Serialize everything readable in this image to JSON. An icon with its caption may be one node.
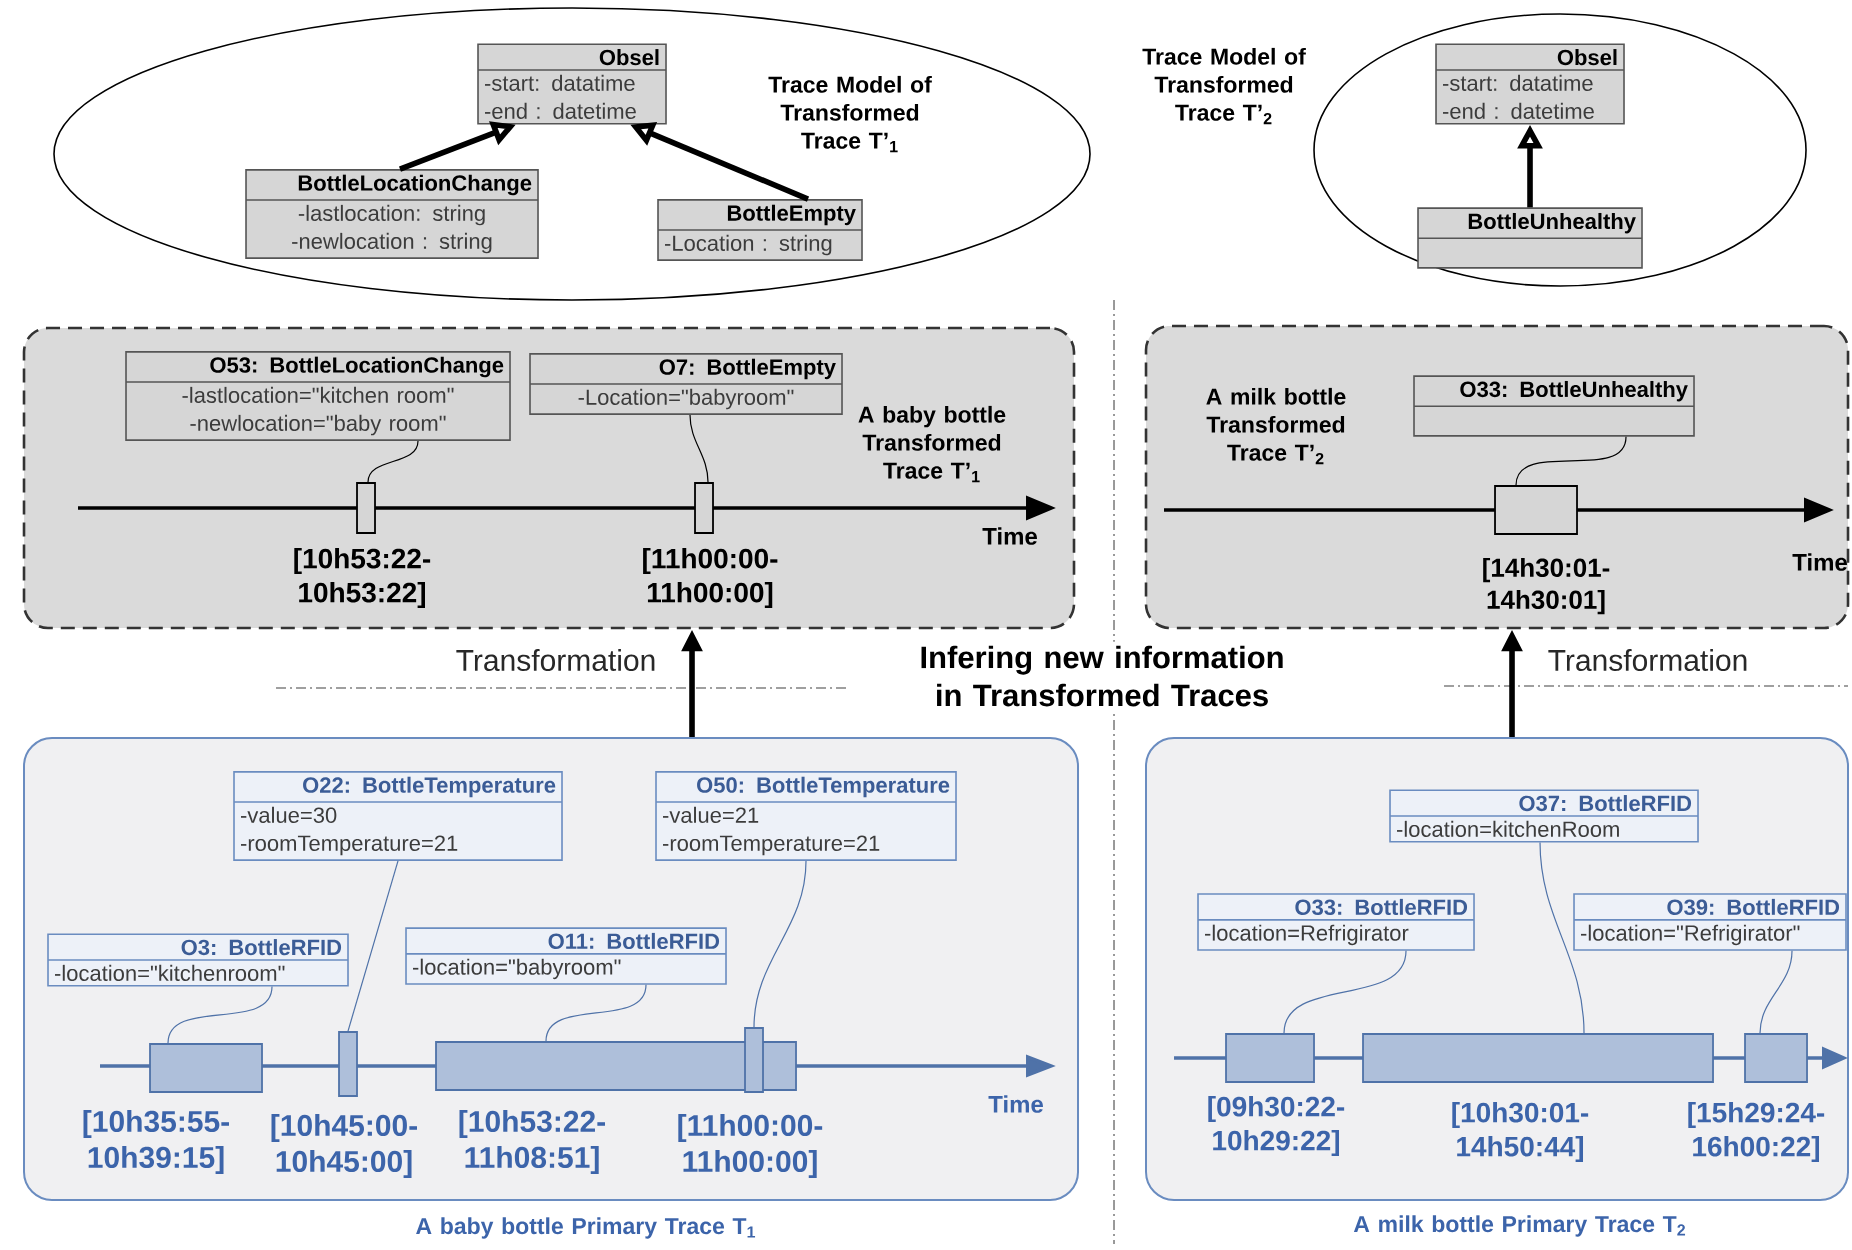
{
  "diagram": {
    "title": "Infering new information in Transformed Traces",
    "nodes": [
      {
        "text": [
          "Trace Model of Transformed Trace T’$_{1}$"
        ]
      },
      {
        "text": [
          "Obsel",
          "-start: datatime",
          "-end : datetime"
        ],
        "in": 0
      },
      {
        "text": [
          "BottleLocationChange",
          "-lastlocation: string",
          "-newlocation : string"
        ],
        "in": 0
      },
      {
        "text": [
          "BottleEmpty",
          "-Location : string"
        ],
        "in": 0
      },
      {
        "text": [
          "Trace Model of Transformed Trace T’$_{2}$"
        ]
      },
      {
        "text": [
          "Obsel",
          "-start: datatime",
          "-end : datetime"
        ],
        "in": 4
      },
      {
        "text": [
          "BottleUnhealthy"
        ],
        "in": 4
      },
      {
        "text": [
          "A baby bottle Transformed Trace T’$_{1}$"
        ]
      },
      {
        "text": [
          "O53: BottleLocationChange",
          "-lastlocation=\"kitchen room\"",
          "-newlocation=\"baby room\""
        ],
        "in": 7
      },
      {
        "text": [
          "O7: BottleEmpty",
          "-Location=\"babyroom\""
        ],
        "in": 7
      },
      {
        "text": [],
        "shape": "box",
        "in": 7,
        "beside": [
          "[10h53:22- 10h53:22]"
        ]
      },
      {
        "text": [],
        "shape": "box",
        "in": 7,
        "beside": [
          "[11h00:00- 11h00:00]"
        ]
      },
      {
        "text": [
          "A milk bottle Transformed Trace T’$_{2}$"
        ]
      },
      {
        "text": [
          "O33: BottleUnhealthy"
        ],
        "in": 12
      },
      {
        "text": [],
        "shape": "box",
        "in": 12,
        "beside": [
          "[14h30:01- 14h30:01]"
        ]
      },
      {
        "text": [
          "A baby bottle Primary Trace T$_{1}$"
        ]
      },
      {
        "text": [
          "O22: BottleTemperature",
          "-value=30",
          "-roomTemperature=21"
        ],
        "in": 15
      },
      {
        "text": [
          "O50: BottleTemperature",
          "-value=21",
          "-roomTemperature=21"
        ],
        "in": 15
      },
      {
        "text": [
          "O3: BottleRFID",
          "-location=\"kitchenroom\""
        ],
        "in": 15
      },
      {
        "text": [
          "O11: BottleRFID",
          "-location=\"babyroom\""
        ],
        "in": 15
      },
      {
        "text": [],
        "shape": "box",
        "in": 15,
        "beside": [
          "[10h35:55- 10h39:15]"
        ]
      },
      {
        "text": [],
        "shape": "box",
        "in": 15,
        "beside": [
          "[10h45:00- 10h45:00]"
        ]
      },
      {
        "text": [],
        "shape": "box",
        "in": 15,
        "beside": [
          "[10h53:22- 11h08:51]"
        ]
      },
      {
        "text": [],
        "shape": "box",
        "in": 15,
        "beside": [
          "[11h00:00- 11h00:00]"
        ]
      },
      {
        "text": [
          "A milk bottle Primary Trace T$_{2}$"
        ]
      },
      {
        "text": [
          "O37: BottleRFID",
          "-location=kitchenRoom"
        ],
        "in": 24
      },
      {
        "text": [
          "O33: BottleRFID",
          "-location=Refrigirator"
        ],
        "in": 24
      },
      {
        "text": [
          "O39: BottleRFID",
          "-location=\"Refrigirator\""
        ],
        "in": 24
      },
      {
        "text": [],
        "shape": "box",
        "in": 24,
        "beside": [
          "[09h30:22- 10h29:22]"
        ]
      },
      {
        "text": [],
        "shape": "box",
        "in": 24,
        "beside": [
          "[10h30:01- 14h50:44]"
        ]
      },
      {
        "text": [],
        "shape": "box",
        "in": 24,
        "beside": [
          "[15h29:24- 16h00:22]"
        ]
      }
    ],
    "edges": [
      {
        "from": 2,
        "to": 1,
        "arrow": "to",
        "style": "thick"
      },
      {
        "from": 3,
        "to": 1,
        "arrow": "to",
        "style": "thick"
      },
      {
        "from": 6,
        "to": 5,
        "arrow": "to",
        "style": "thick"
      },
      {
        "from": 8,
        "to": 10,
        "arrow": "none"
      },
      {
        "from": 9,
        "to": 11,
        "arrow": "none"
      },
      {
        "from": 13,
        "to": 14,
        "arrow": "none"
      },
      {
        "from": 15,
        "to": 7,
        "arrow": "to",
        "style": "thick",
        "label": "Transformation"
      },
      {
        "from": 24,
        "to": 12,
        "arrow": "to",
        "style": "thick",
        "label": "Transformation"
      },
      {
        "from": 18,
        "to": 20,
        "arrow": "none",
        "color": "#4f72a8"
      },
      {
        "from": 16,
        "to": 21,
        "arrow": "none",
        "color": "#4f72a8"
      },
      {
        "from": 19,
        "to": 22,
        "arrow": "none",
        "color": "#4f72a8"
      },
      {
        "from": 17,
        "to": 23,
        "arrow": "none",
        "color": "#4f72a8"
      },
      {
        "from": 26,
        "to": 28,
        "arrow": "none",
        "color": "#4f72a8"
      },
      {
        "from": 25,
        "to": 29,
        "arrow": "none",
        "color": "#4f72a8"
      },
      {
        "from": 27,
        "to": 30,
        "arrow": "none",
        "color": "#4f72a8"
      }
    ],
    "labels": [
      "Time",
      "Time",
      "Time"
    ]
  }
}
